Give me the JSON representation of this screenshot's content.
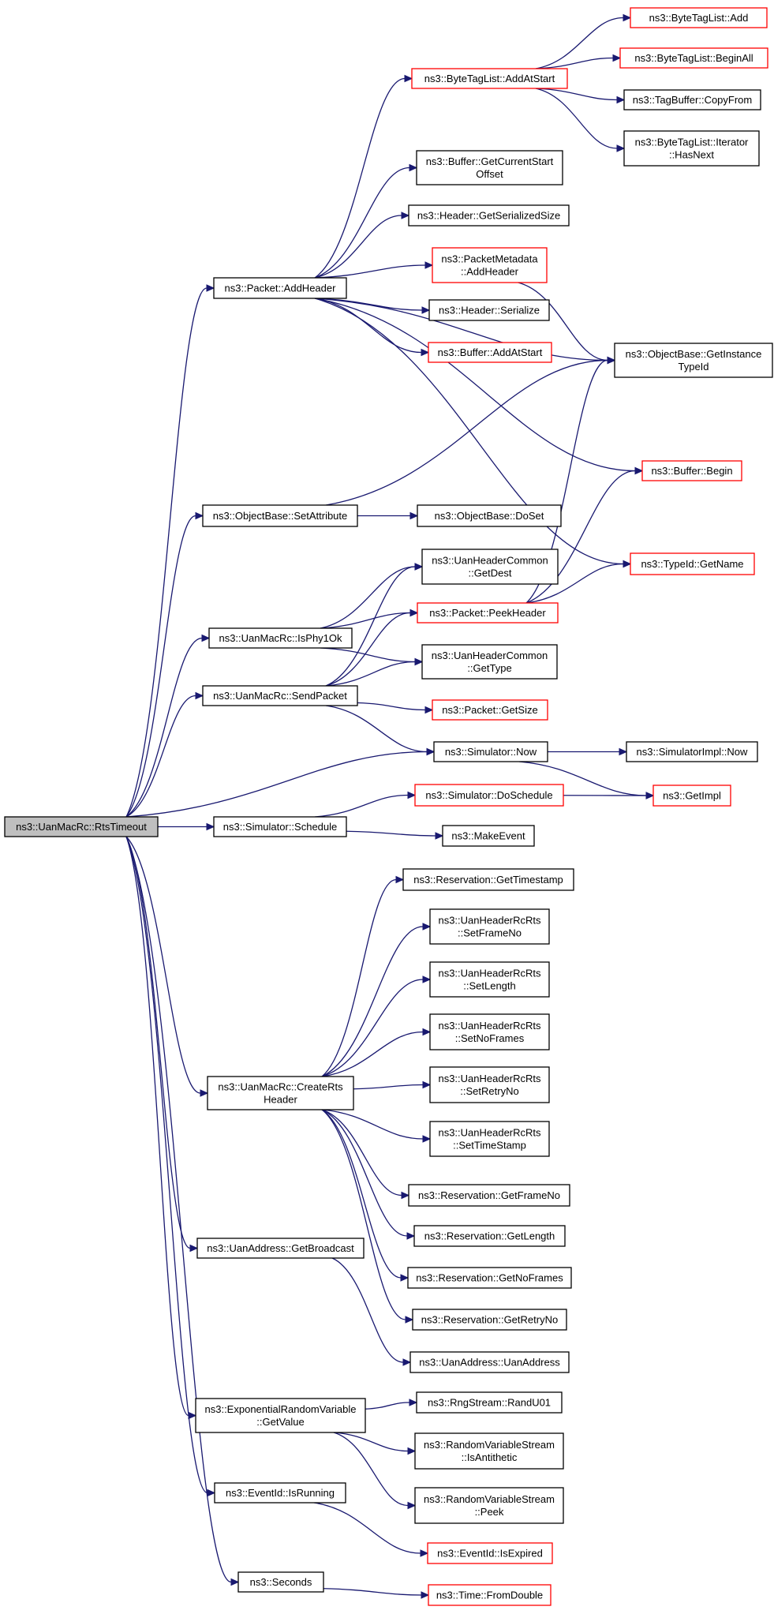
{
  "nodes": [
    {
      "id": "rtstimeout",
      "lines": [
        "ns3::UanMacRc::RtsTimeout"
      ],
      "style": "root"
    },
    {
      "id": "packet_addheader",
      "lines": [
        "ns3::Packet::AddHeader"
      ],
      "style": "black"
    },
    {
      "id": "objectbase_setattribute",
      "lines": [
        "ns3::ObjectBase::SetAttribute"
      ],
      "style": "black"
    },
    {
      "id": "isphy1ok",
      "lines": [
        "ns3::UanMacRc::IsPhy1Ok"
      ],
      "style": "black"
    },
    {
      "id": "sendpacket",
      "lines": [
        "ns3::UanMacRc::SendPacket"
      ],
      "style": "black"
    },
    {
      "id": "simulator_schedule",
      "lines": [
        "ns3::Simulator::Schedule"
      ],
      "style": "black"
    },
    {
      "id": "creatertsheader",
      "lines": [
        "ns3::UanMacRc::CreateRts",
        "Header"
      ],
      "style": "black"
    },
    {
      "id": "uanaddress_getbroadcast",
      "lines": [
        "ns3::UanAddress::GetBroadcast"
      ],
      "style": "black"
    },
    {
      "id": "exprv_getvalue",
      "lines": [
        "ns3::ExponentialRandomVariable",
        "::GetValue"
      ],
      "style": "black"
    },
    {
      "id": "eventid_isrunning",
      "lines": [
        "ns3::EventId::IsRunning"
      ],
      "style": "black"
    },
    {
      "id": "seconds",
      "lines": [
        "ns3::Seconds"
      ],
      "style": "black"
    },
    {
      "id": "btl_addatstart",
      "lines": [
        "ns3::ByteTagList::AddAtStart"
      ],
      "style": "red"
    },
    {
      "id": "btl_add",
      "lines": [
        "ns3::ByteTagList::Add"
      ],
      "style": "red"
    },
    {
      "id": "btl_beginall",
      "lines": [
        "ns3::ByteTagList::BeginAll"
      ],
      "style": "red"
    },
    {
      "id": "tagbuffer_copyfrom",
      "lines": [
        "ns3::TagBuffer::CopyFrom"
      ],
      "style": "black"
    },
    {
      "id": "btl_iter_hasnext",
      "lines": [
        "ns3::ByteTagList::Iterator",
        "::HasNext"
      ],
      "style": "black"
    },
    {
      "id": "buffer_getcurrentstartoffset",
      "lines": [
        "ns3::Buffer::GetCurrentStart",
        "Offset"
      ],
      "style": "black"
    },
    {
      "id": "header_getserializedsize",
      "lines": [
        "ns3::Header::GetSerializedSize"
      ],
      "style": "black"
    },
    {
      "id": "packetmetadata_addheader",
      "lines": [
        "ns3::PacketMetadata",
        "::AddHeader"
      ],
      "style": "red"
    },
    {
      "id": "header_serialize",
      "lines": [
        "ns3::Header::Serialize"
      ],
      "style": "black"
    },
    {
      "id": "buffer_addatstart",
      "lines": [
        "ns3::Buffer::AddAtStart"
      ],
      "style": "red"
    },
    {
      "id": "objectbase_getinstancetypeid",
      "lines": [
        "ns3::ObjectBase::GetInstance",
        "TypeId"
      ],
      "style": "black"
    },
    {
      "id": "buffer_begin",
      "lines": [
        "ns3::Buffer::Begin"
      ],
      "style": "red"
    },
    {
      "id": "objectbase_doset",
      "lines": [
        "ns3::ObjectBase::DoSet"
      ],
      "style": "black"
    },
    {
      "id": "typeid_getname",
      "lines": [
        "ns3::TypeId::GetName"
      ],
      "style": "red"
    },
    {
      "id": "uanheadercommon_getdest",
      "lines": [
        "ns3::UanHeaderCommon",
        "::GetDest"
      ],
      "style": "black"
    },
    {
      "id": "packet_peekheader",
      "lines": [
        "ns3::Packet::PeekHeader"
      ],
      "style": "red"
    },
    {
      "id": "uanheadercommon_gettype",
      "lines": [
        "ns3::UanHeaderCommon",
        "::GetType"
      ],
      "style": "black"
    },
    {
      "id": "packet_getsize",
      "lines": [
        "ns3::Packet::GetSize"
      ],
      "style": "red"
    },
    {
      "id": "simulator_now",
      "lines": [
        "ns3::Simulator::Now"
      ],
      "style": "black"
    },
    {
      "id": "simulatorimpl_now",
      "lines": [
        "ns3::SimulatorImpl::Now"
      ],
      "style": "black"
    },
    {
      "id": "simulator_doschedule",
      "lines": [
        "ns3::Simulator::DoSchedule"
      ],
      "style": "red"
    },
    {
      "id": "getimpl",
      "lines": [
        "ns3::GetImpl"
      ],
      "style": "red"
    },
    {
      "id": "makeevent",
      "lines": [
        "ns3::MakeEvent"
      ],
      "style": "black"
    },
    {
      "id": "reservation_gettimestamp",
      "lines": [
        "ns3::Reservation::GetTimestamp"
      ],
      "style": "black"
    },
    {
      "id": "rcrts_setframeno",
      "lines": [
        "ns3::UanHeaderRcRts",
        "::SetFrameNo"
      ],
      "style": "black"
    },
    {
      "id": "rcrts_setlength",
      "lines": [
        "ns3::UanHeaderRcRts",
        "::SetLength"
      ],
      "style": "black"
    },
    {
      "id": "rcrts_setnoframes",
      "lines": [
        "ns3::UanHeaderRcRts",
        "::SetNoFrames"
      ],
      "style": "black"
    },
    {
      "id": "rcrts_setretryno",
      "lines": [
        "ns3::UanHeaderRcRts",
        "::SetRetryNo"
      ],
      "style": "black"
    },
    {
      "id": "rcrts_settimestamp",
      "lines": [
        "ns3::UanHeaderRcRts",
        "::SetTimeStamp"
      ],
      "style": "black"
    },
    {
      "id": "reservation_getframeno",
      "lines": [
        "ns3::Reservation::GetFrameNo"
      ],
      "style": "black"
    },
    {
      "id": "reservation_getlength",
      "lines": [
        "ns3::Reservation::GetLength"
      ],
      "style": "black"
    },
    {
      "id": "reservation_getnoframes",
      "lines": [
        "ns3::Reservation::GetNoFrames"
      ],
      "style": "black"
    },
    {
      "id": "reservation_getretryno",
      "lines": [
        "ns3::Reservation::GetRetryNo"
      ],
      "style": "black"
    },
    {
      "id": "uanaddress_uanaddress",
      "lines": [
        "ns3::UanAddress::UanAddress"
      ],
      "style": "black"
    },
    {
      "id": "rngstream_randu01",
      "lines": [
        "ns3::RngStream::RandU01"
      ],
      "style": "black"
    },
    {
      "id": "rvs_isantithetic",
      "lines": [
        "ns3::RandomVariableStream",
        "::IsAntithetic"
      ],
      "style": "black"
    },
    {
      "id": "rvs_peek",
      "lines": [
        "ns3::RandomVariableStream",
        "::Peek"
      ],
      "style": "black"
    },
    {
      "id": "eventid_isexpired",
      "lines": [
        "ns3::EventId::IsExpired"
      ],
      "style": "red"
    },
    {
      "id": "time_fromdouble",
      "lines": [
        "ns3::Time::FromDouble"
      ],
      "style": "red"
    }
  ],
  "edges": [
    [
      "rtstimeout",
      "packet_addheader"
    ],
    [
      "rtstimeout",
      "objectbase_setattribute"
    ],
    [
      "rtstimeout",
      "isphy1ok"
    ],
    [
      "rtstimeout",
      "sendpacket"
    ],
    [
      "rtstimeout",
      "simulator_now"
    ],
    [
      "rtstimeout",
      "simulator_schedule"
    ],
    [
      "rtstimeout",
      "creatertsheader"
    ],
    [
      "rtstimeout",
      "uanaddress_getbroadcast"
    ],
    [
      "rtstimeout",
      "exprv_getvalue"
    ],
    [
      "rtstimeout",
      "eventid_isrunning"
    ],
    [
      "rtstimeout",
      "seconds"
    ],
    [
      "packet_addheader",
      "btl_addatstart"
    ],
    [
      "packet_addheader",
      "objectbase_getinstancetypeid"
    ],
    [
      "packet_addheader",
      "buffer_getcurrentstartoffset"
    ],
    [
      "packet_addheader",
      "header_getserializedsize"
    ],
    [
      "packet_addheader",
      "packetmetadata_addheader"
    ],
    [
      "packet_addheader",
      "header_serialize"
    ],
    [
      "packet_addheader",
      "buffer_addatstart"
    ],
    [
      "packet_addheader",
      "buffer_begin"
    ],
    [
      "packet_addheader",
      "typeid_getname"
    ],
    [
      "btl_addatstart",
      "btl_add"
    ],
    [
      "btl_addatstart",
      "btl_beginall"
    ],
    [
      "btl_addatstart",
      "tagbuffer_copyfrom"
    ],
    [
      "btl_addatstart",
      "btl_iter_hasnext"
    ],
    [
      "packetmetadata_addheader",
      "objectbase_getinstancetypeid"
    ],
    [
      "objectbase_setattribute",
      "objectbase_getinstancetypeid"
    ],
    [
      "objectbase_setattribute",
      "objectbase_doset"
    ],
    [
      "isphy1ok",
      "uanheadercommon_getdest"
    ],
    [
      "isphy1ok",
      "packet_peekheader"
    ],
    [
      "isphy1ok",
      "uanheadercommon_gettype"
    ],
    [
      "sendpacket",
      "uanheadercommon_getdest"
    ],
    [
      "sendpacket",
      "packet_peekheader"
    ],
    [
      "sendpacket",
      "uanheadercommon_gettype"
    ],
    [
      "sendpacket",
      "packet_getsize"
    ],
    [
      "sendpacket",
      "simulator_now"
    ],
    [
      "packet_peekheader",
      "objectbase_getinstancetypeid"
    ],
    [
      "packet_peekheader",
      "buffer_begin"
    ],
    [
      "packet_peekheader",
      "typeid_getname"
    ],
    [
      "simulator_now",
      "simulatorimpl_now"
    ],
    [
      "simulator_now",
      "getimpl"
    ],
    [
      "simulator_schedule",
      "simulator_doschedule"
    ],
    [
      "simulator_schedule",
      "makeevent"
    ],
    [
      "simulator_doschedule",
      "getimpl"
    ],
    [
      "creatertsheader",
      "reservation_gettimestamp"
    ],
    [
      "creatertsheader",
      "rcrts_setframeno"
    ],
    [
      "creatertsheader",
      "rcrts_setlength"
    ],
    [
      "creatertsheader",
      "rcrts_setnoframes"
    ],
    [
      "creatertsheader",
      "rcrts_setretryno"
    ],
    [
      "creatertsheader",
      "rcrts_settimestamp"
    ],
    [
      "creatertsheader",
      "reservation_getframeno"
    ],
    [
      "creatertsheader",
      "reservation_getlength"
    ],
    [
      "creatertsheader",
      "reservation_getnoframes"
    ],
    [
      "creatertsheader",
      "reservation_getretryno"
    ],
    [
      "uanaddress_getbroadcast",
      "uanaddress_uanaddress"
    ],
    [
      "exprv_getvalue",
      "rngstream_randu01"
    ],
    [
      "exprv_getvalue",
      "rvs_isantithetic"
    ],
    [
      "exprv_getvalue",
      "rvs_peek"
    ],
    [
      "eventid_isrunning",
      "eventid_isexpired"
    ],
    [
      "seconds",
      "time_fromdouble"
    ]
  ]
}
